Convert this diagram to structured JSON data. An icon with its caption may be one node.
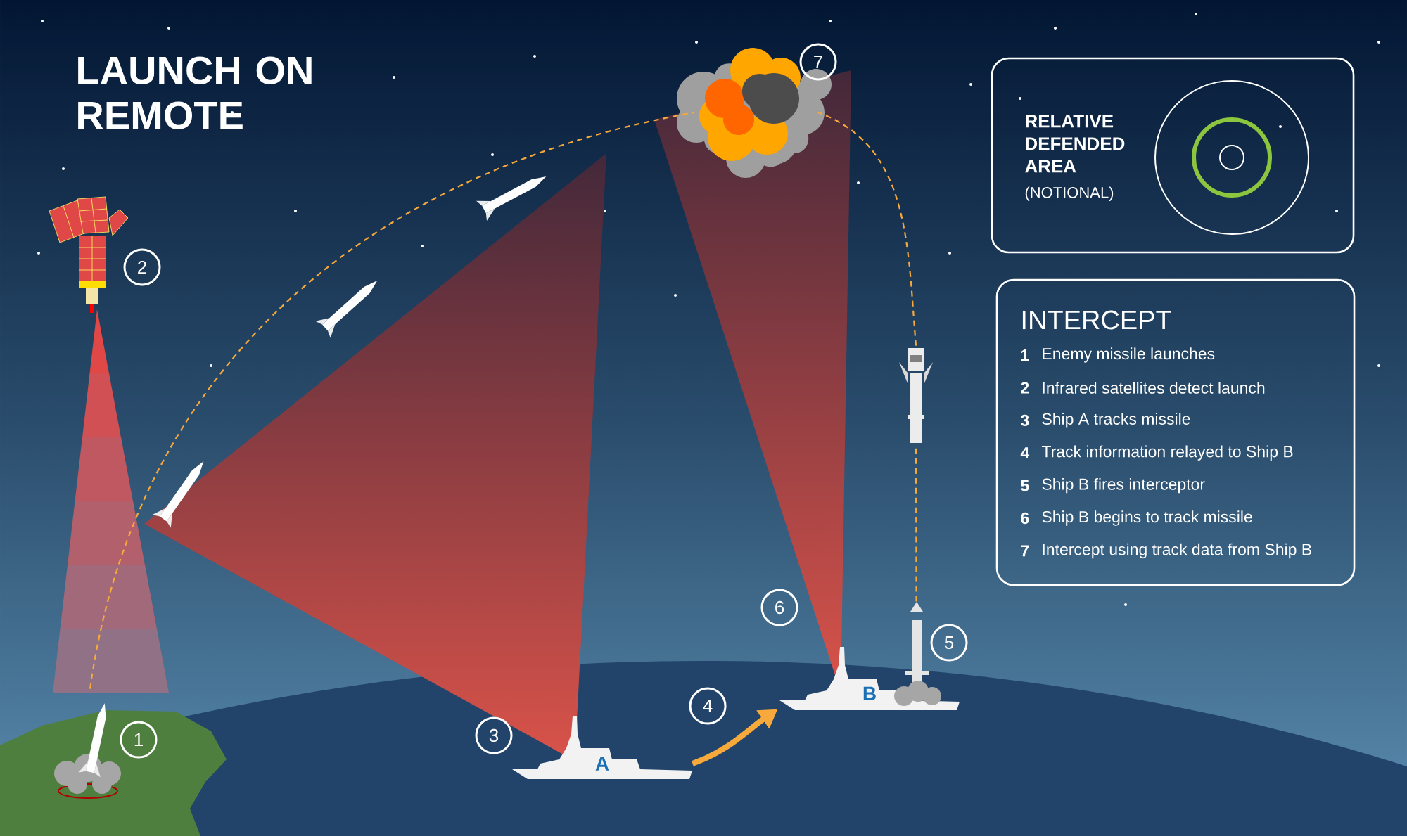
{
  "diagram": {
    "title": "LAUNCH ON REMOTE",
    "nodes": [
      {
        "text": [
          "RELATIVE DEFENDED AREA",
          "(NOTIONAL)"
        ]
      },
      {
        "text": [
          "INTERCEPT",
          "1",
          "Enemy missile launches",
          "2",
          "Infrared satellites detect launch",
          "3",
          "Ship A tracks missile",
          "4",
          "Track information relayed to Ship B",
          "5",
          "Ship B fires interceptor",
          "6",
          "Ship B begins to track missile",
          "7",
          "Intercept using track data from Ship B"
        ]
      },
      {
        "text": [],
        "shape": "picture"
      },
      {
        "text": [],
        "shape": "picture"
      },
      {
        "text": [
          "A"
        ]
      },
      {
        "text": [
          "B"
        ]
      },
      {
        "text": [],
        "shape": "cloud"
      },
      {
        "text": [
          "1"
        ]
      },
      {
        "text": [
          "2"
        ]
      },
      {
        "text": [
          "3"
        ]
      },
      {
        "text": [
          "4"
        ]
      },
      {
        "text": [
          "5"
        ]
      },
      {
        "text": [
          "6"
        ]
      },
      {
        "text": [
          "7"
        ]
      },
      {
        "text": [],
        "shape": "picture"
      }
    ],
    "edges": [
      {
        "from": 2,
        "to": 6,
        "arrow": "none",
        "style": "dashed"
      },
      {
        "from": 4,
        "to": 5,
        "arrow": "to",
        "style": "thick"
      },
      {
        "from": 5,
        "to": 14,
        "arrow": "none",
        "style": "dashed"
      },
      {
        "from": 14,
        "to": 6,
        "arrow": "none",
        "style": "dashed"
      }
    ]
  }
}
